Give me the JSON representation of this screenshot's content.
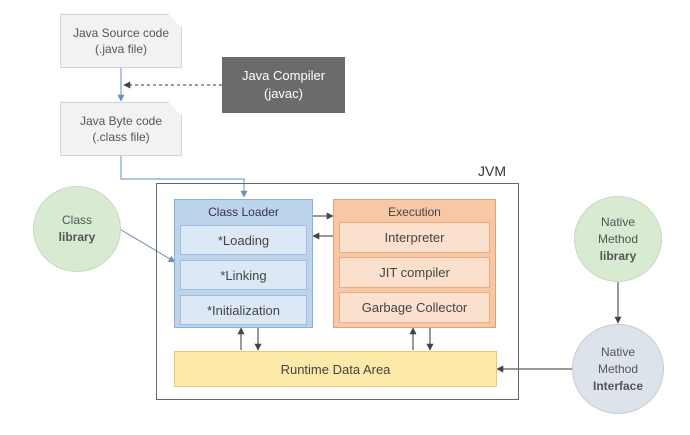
{
  "source": {
    "line1": "Java Source code",
    "line2": "(.java file)"
  },
  "bytecode": {
    "line1": "Java Byte code",
    "line2": "(.class file)"
  },
  "compiler": {
    "line1": "Java Compiler",
    "line2": "(javac)"
  },
  "jvm": {
    "label": "JVM"
  },
  "class_loader": {
    "title": "Class Loader",
    "items": [
      "*Loading",
      "*Linking",
      "*Initialization"
    ]
  },
  "execution": {
    "title": "Execution",
    "items": [
      "Interpreter",
      "JIT compiler",
      "Garbage Collector"
    ]
  },
  "runtime": {
    "label": "Runtime Data Area"
  },
  "class_library": {
    "line1": "Class",
    "line2": "library"
  },
  "native_library": {
    "line1": "Native",
    "line2": "Method",
    "line3": "library"
  },
  "native_interface": {
    "line1": "Native",
    "line2": "Method",
    "line3": "Interface"
  }
}
